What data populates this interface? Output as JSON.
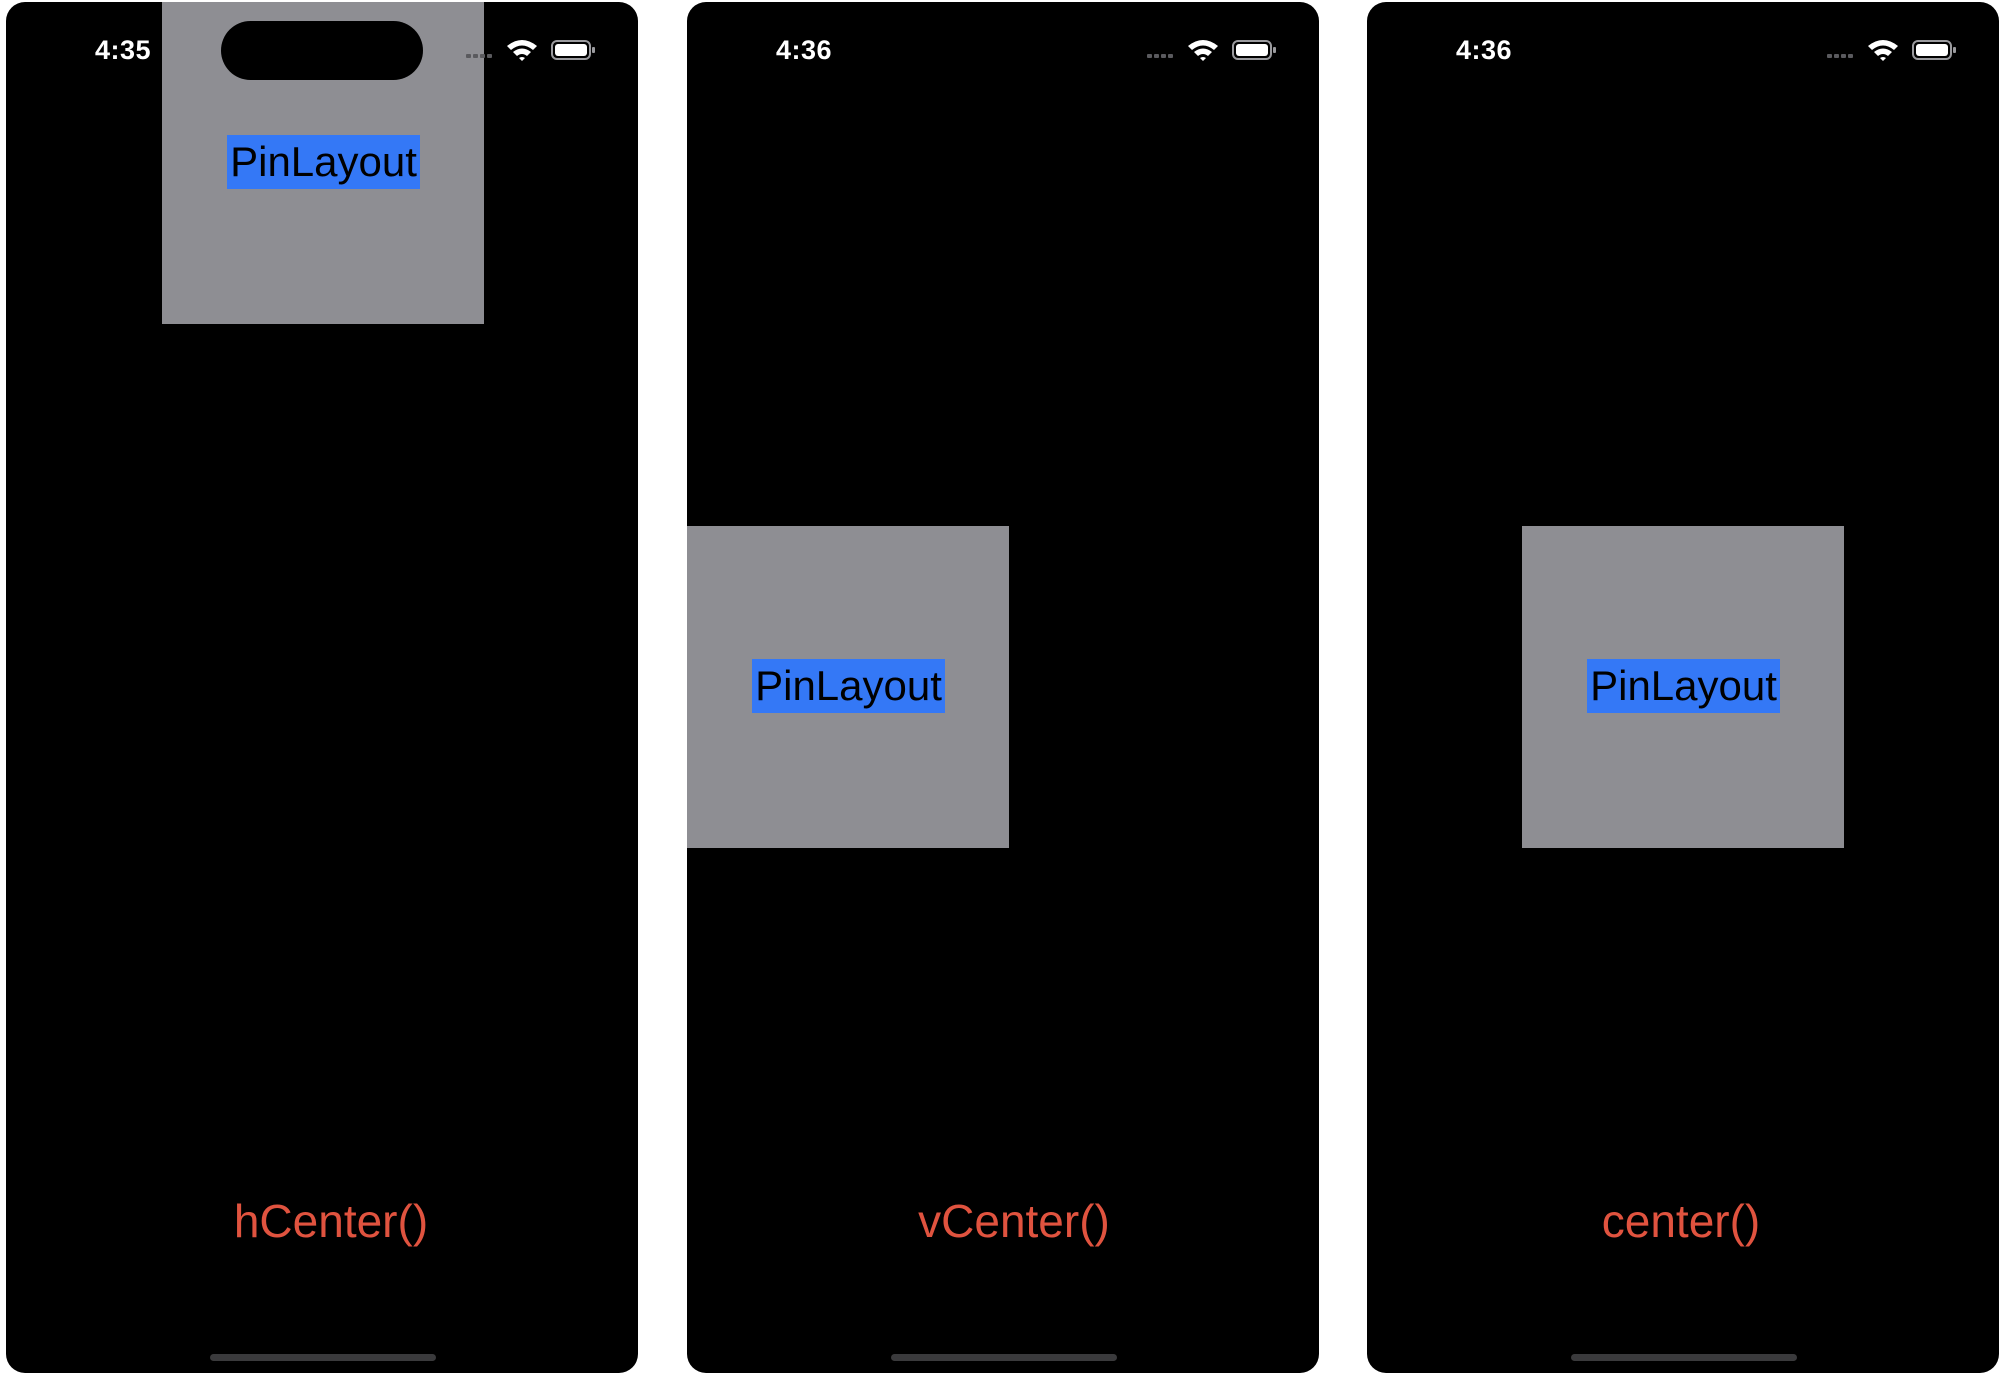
{
  "colors": {
    "screen_background": "#000000",
    "box": "#8e8e93",
    "label_background": "#3478f6",
    "caption": "#e0533f"
  },
  "screens": [
    {
      "time": "4:35",
      "label": "PinLayout",
      "caption": "hCenter()"
    },
    {
      "time": "4:36",
      "label": "PinLayout",
      "caption": "vCenter()"
    },
    {
      "time": "4:36",
      "label": "PinLayout",
      "caption": "center()"
    }
  ],
  "status_icons": [
    "cellular-signal-icon",
    "wifi-icon",
    "battery-icon"
  ]
}
